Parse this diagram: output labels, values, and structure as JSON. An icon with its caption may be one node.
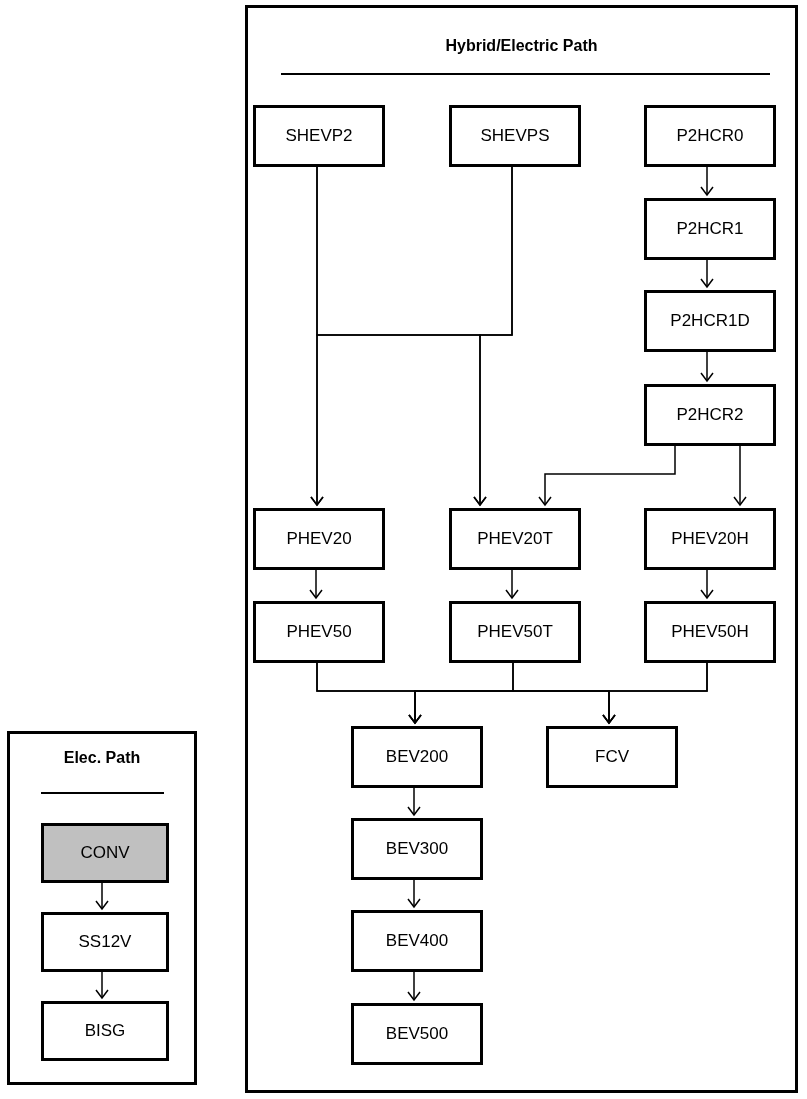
{
  "diagram": {
    "nodes": [
      {
        "text": [
          "Hybrid/Electric Path"
        ]
      },
      {
        "text": [
          "SHEVP2"
        ],
        "in": 0
      },
      {
        "text": [
          "SHEVPS"
        ],
        "in": 0
      },
      {
        "text": [
          "P2HCR0"
        ],
        "in": 0
      },
      {
        "text": [
          "P2HCR1"
        ],
        "in": 0
      },
      {
        "text": [
          "P2HCR1D"
        ],
        "in": 0
      },
      {
        "text": [
          "P2HCR2"
        ],
        "in": 0
      },
      {
        "text": [
          "PHEV20"
        ],
        "in": 0
      },
      {
        "text": [
          "PHEV20T"
        ],
        "in": 0
      },
      {
        "text": [
          "PHEV20H"
        ],
        "in": 0
      },
      {
        "text": [
          "PHEV50"
        ],
        "in": 0
      },
      {
        "text": [
          "PHEV50T"
        ],
        "in": 0
      },
      {
        "text": [
          "PHEV50H"
        ],
        "in": 0
      },
      {
        "text": [
          "BEV200"
        ],
        "in": 0
      },
      {
        "text": [
          "FCV"
        ],
        "in": 0
      },
      {
        "text": [
          "BEV300"
        ],
        "in": 0
      },
      {
        "text": [
          "BEV400"
        ],
        "in": 0
      },
      {
        "text": [
          "BEV500"
        ],
        "in": 0
      },
      {
        "text": [
          "Elec. Path"
        ]
      },
      {
        "text": [
          "CONV"
        ],
        "in": 18
      },
      {
        "text": [
          "SS12V"
        ],
        "in": 18
      },
      {
        "text": [
          "BISG"
        ],
        "in": 18
      }
    ],
    "edges": [
      {
        "from": 3,
        "to": 4,
        "arrow": "to"
      },
      {
        "from": 4,
        "to": 5,
        "arrow": "to"
      },
      {
        "from": 5,
        "to": 6,
        "arrow": "to"
      },
      {
        "from": 1,
        "to": 7,
        "arrow": "to"
      },
      {
        "from": 1,
        "to": 8,
        "arrow": "to"
      },
      {
        "from": 2,
        "to": 7,
        "arrow": "to"
      },
      {
        "from": 2,
        "to": 8,
        "arrow": "to"
      },
      {
        "from": 6,
        "to": 8,
        "arrow": "to"
      },
      {
        "from": 6,
        "to": 9,
        "arrow": "to"
      },
      {
        "from": 7,
        "to": 10,
        "arrow": "to"
      },
      {
        "from": 8,
        "to": 11,
        "arrow": "to"
      },
      {
        "from": 9,
        "to": 12,
        "arrow": "to"
      },
      {
        "from": 10,
        "to": 13,
        "arrow": "to"
      },
      {
        "from": 10,
        "to": 14,
        "arrow": "to"
      },
      {
        "from": 11,
        "to": 13,
        "arrow": "to"
      },
      {
        "from": 11,
        "to": 14,
        "arrow": "to"
      },
      {
        "from": 12,
        "to": 13,
        "arrow": "to"
      },
      {
        "from": 12,
        "to": 14,
        "arrow": "to"
      },
      {
        "from": 13,
        "to": 15,
        "arrow": "to"
      },
      {
        "from": 15,
        "to": 16,
        "arrow": "to"
      },
      {
        "from": 16,
        "to": 17,
        "arrow": "to"
      },
      {
        "from": 19,
        "to": 20,
        "arrow": "to"
      },
      {
        "from": 20,
        "to": 21,
        "arrow": "to"
      }
    ]
  }
}
